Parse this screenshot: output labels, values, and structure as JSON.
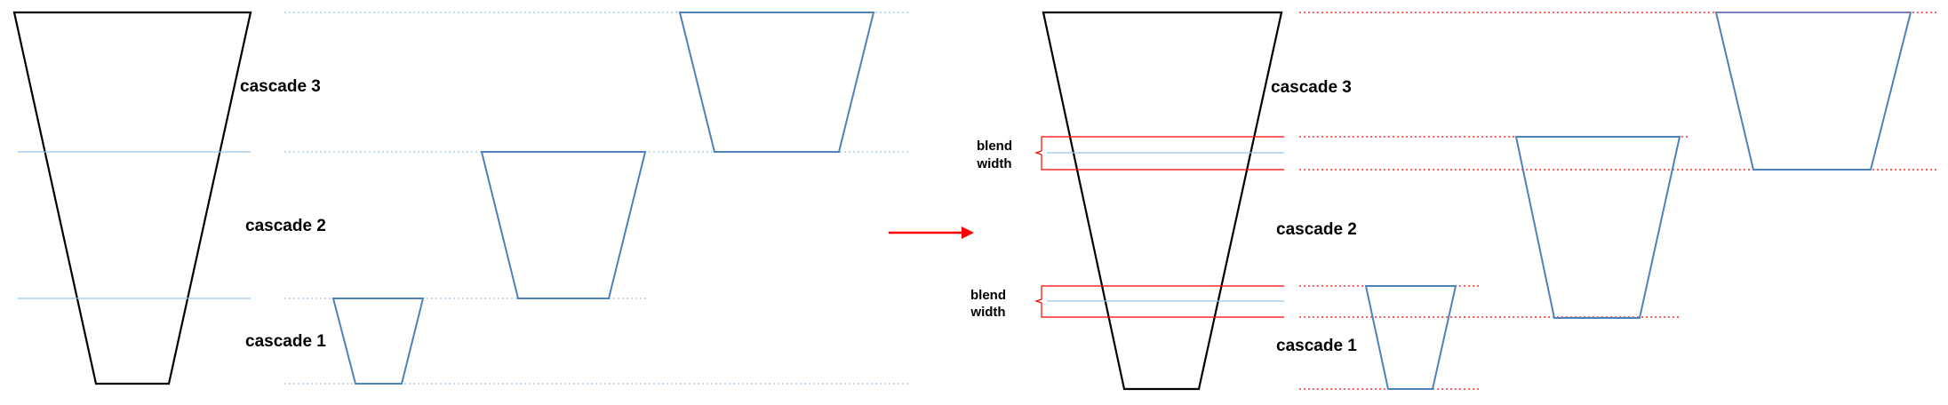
{
  "left_panel": {
    "cascade_labels": [
      "cascade 3",
      "cascade 2",
      "cascade 1"
    ]
  },
  "right_panel": {
    "cascade_labels": [
      "cascade 3",
      "cascade 2",
      "cascade 1"
    ],
    "blend_labels": [
      {
        "line1": "blend",
        "line2": "width"
      },
      {
        "line1": "blend",
        "line2": "width"
      }
    ]
  },
  "colors": {
    "frustum": "#000000",
    "cascade_box": "#4f81bd",
    "split_line": "#9dc3e6",
    "blend_line": "#ff0000",
    "arrow": "#ff0000"
  }
}
